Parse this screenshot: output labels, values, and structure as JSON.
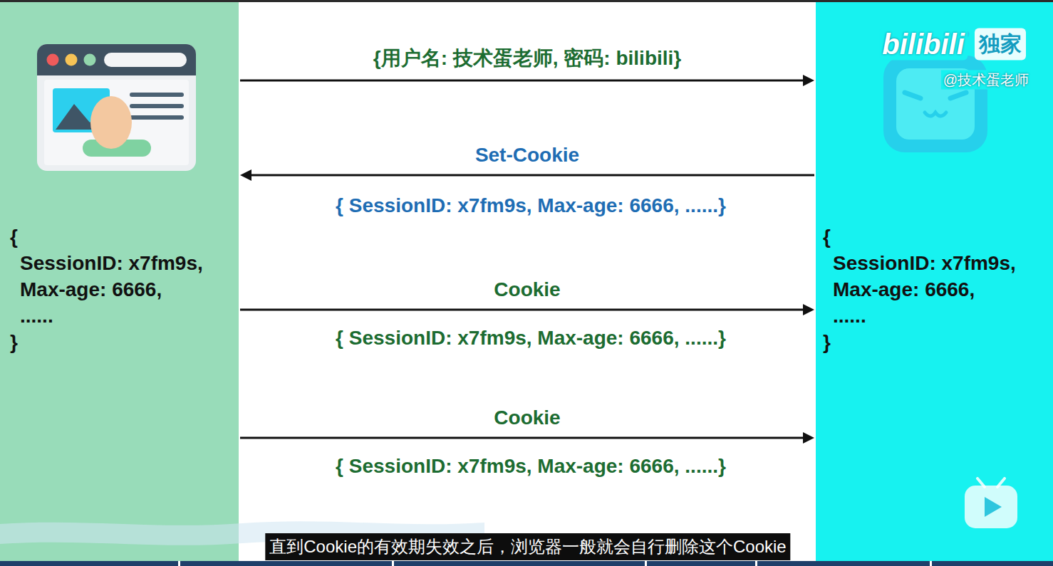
{
  "diagram": {
    "nodes": [
      {
        "text": [
          "{ SessionID: x7fm9s, Max-age: 6666, ...... }"
        ]
      },
      {
        "text": [
          "{ SessionID: x7fm9s, Max-age: 6666, ...... }"
        ]
      }
    ],
    "edges": [
      {
        "from": 0,
        "to": 1,
        "arrow": "to",
        "label": "{用户名: 技术蛋老师, 密码: bilibili}"
      },
      {
        "from": 1,
        "to": 0,
        "arrow": "to",
        "label": "Set-Cookie"
      },
      {
        "from": 0,
        "to": 1,
        "arrow": "to",
        "label": "Cookie"
      },
      {
        "from": 0,
        "to": 1,
        "arrow": "to",
        "label": "Cookie"
      }
    ],
    "labels": [
      "{ SessionID: x7fm9s, Max-age: 6666, ......}",
      "{ SessionID: x7fm9s, Max-age: 6666, ......}",
      "{ SessionID: x7fm9s, Max-age: 6666, ......}",
      "bilibili",
      "独家",
      "@技术蛋老师",
      "直到Cookie的有效期失效之后，浏览器一般就会自行删除这个Cookie"
    ]
  }
}
